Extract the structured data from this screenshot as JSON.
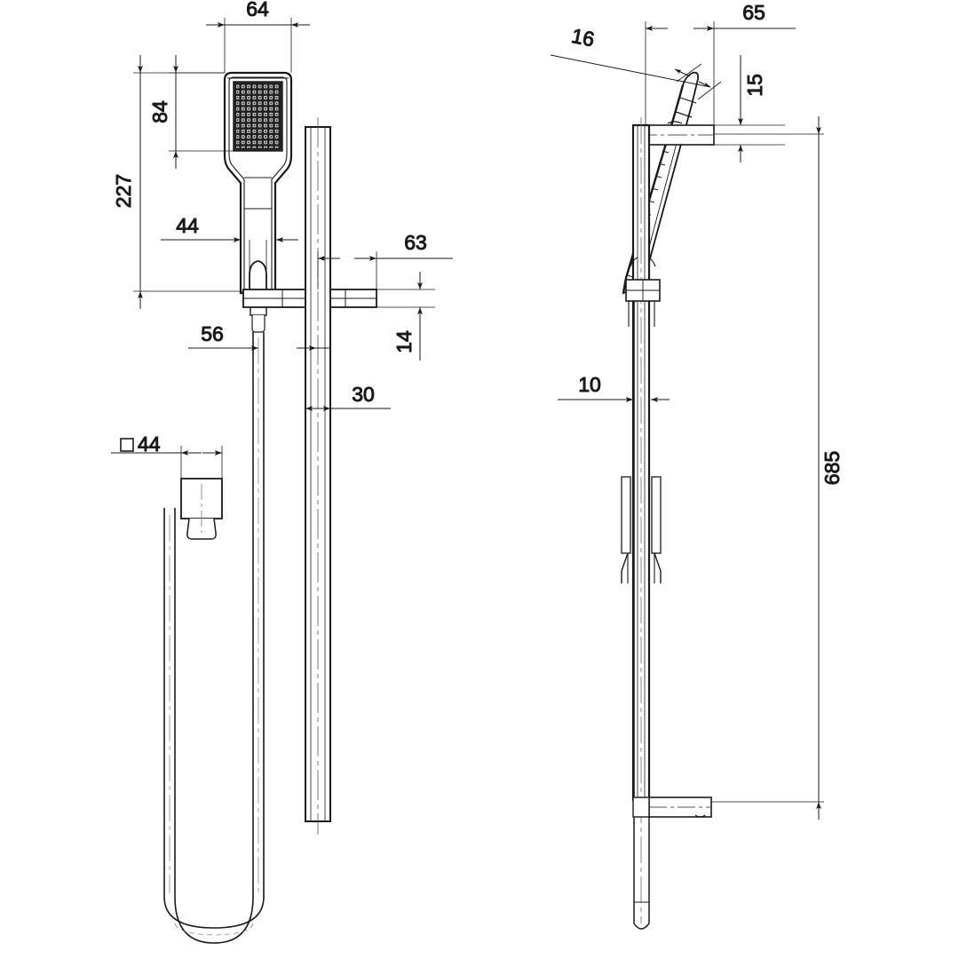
{
  "drawing": {
    "type": "engineering-dimensioned-drawing",
    "subject": "Hand shower with slide rail and hose",
    "units": "mm",
    "line_color": "#1a1a1a",
    "background_color": "#ffffff",
    "views": [
      {
        "id": "front-view",
        "name": "Front elevation",
        "position": "left"
      },
      {
        "id": "side-view",
        "name": "Side elevation",
        "position": "right"
      },
      {
        "id": "hose-detail-view",
        "name": "Hose with square wall connector",
        "position": "lower-left"
      }
    ]
  },
  "dimensions": {
    "handshower_width": {
      "label": "64",
      "view": "front-view",
      "orientation": "horizontal"
    },
    "spray_face_height": {
      "label": "84",
      "view": "front-view",
      "orientation": "vertical"
    },
    "handshower_overall_length": {
      "label": "227",
      "view": "front-view",
      "orientation": "vertical"
    },
    "handle_width": {
      "label": "44",
      "view": "front-view",
      "orientation": "horizontal"
    },
    "bracket_arm_length": {
      "label": "63",
      "view": "front-view",
      "orientation": "horizontal"
    },
    "bracket_arm_thickness": {
      "label": "14",
      "view": "front-view",
      "orientation": "vertical"
    },
    "hose_offset": {
      "label": "56",
      "view": "front-view",
      "orientation": "horizontal"
    },
    "rail_width": {
      "label": "30",
      "view": "front-view",
      "orientation": "horizontal"
    },
    "hose_connector_square": {
      "label": "44",
      "prefix_symbol": "square",
      "display": "□44",
      "view": "hose-detail-view",
      "orientation": "horizontal"
    },
    "handshower_thickness": {
      "label": "16",
      "view": "side-view",
      "orientation": "angled"
    },
    "bracket_projection": {
      "label": "65",
      "view": "side-view",
      "orientation": "horizontal"
    },
    "bracket_depth": {
      "label": "15",
      "view": "side-view",
      "orientation": "vertical"
    },
    "rail_depth": {
      "label": "10",
      "view": "side-view",
      "orientation": "horizontal"
    },
    "rail_overall_length": {
      "label": "685",
      "view": "side-view",
      "orientation": "vertical"
    }
  },
  "labels": {
    "d64": "64",
    "d84": "84",
    "d227": "227",
    "d44_handle": "44",
    "d63": "63",
    "d14": "14",
    "d56": "56",
    "d30": "30",
    "d44_square": "44",
    "d16": "16",
    "d65": "65",
    "d15": "15",
    "d10": "10",
    "d685": "685"
  },
  "features": {
    "spray_face": {
      "name": "nozzle-grid",
      "columns": 7,
      "rows": 9
    },
    "rail": {
      "name": "slide-rail",
      "profile": "rectangular"
    },
    "brackets": [
      {
        "name": "upper-handshower-holder"
      },
      {
        "name": "mid-slider-clamp"
      },
      {
        "name": "lower-wall-bracket"
      }
    ],
    "hose": {
      "name": "flexible-hose",
      "shape": "u-loop"
    }
  }
}
